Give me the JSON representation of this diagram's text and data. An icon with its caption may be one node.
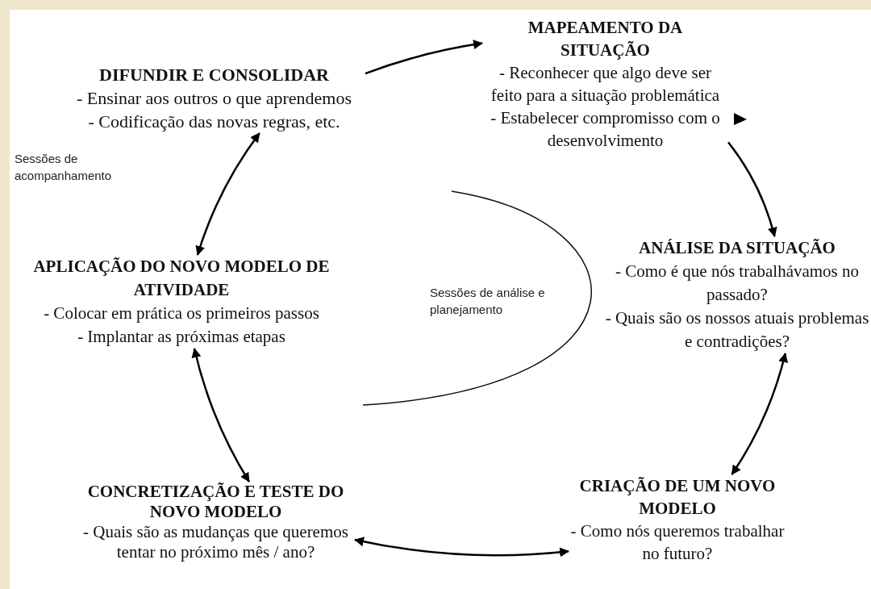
{
  "diagram": {
    "nodes": [
      {
        "text": [
          "DIFUNDIR E CONSOLIDAR",
          "- Ensinar aos outros o que aprendemos",
          "- Codificação das novas regras, etc."
        ]
      },
      {
        "text": [
          "MAPEAMENTO DA SITUAÇÃO",
          "- Reconhecer que algo deve ser feito para a situação problemática",
          "- Estabelecer compromisso com o desenvolvimento"
        ]
      },
      {
        "text": [
          "ANÁLISE DA SITUAÇÃO",
          "- Como é que nós trabalhávamos no passado?",
          "- Quais são os nossos atuais problemas e contradições?"
        ]
      },
      {
        "text": [
          "CRIAÇÃO DE UM NOVO MODELO",
          "- Como nós queremos trabalhar no futuro?"
        ]
      },
      {
        "text": [
          "CONCRETIZAÇÃO E TESTE DO NOVO MODELO",
          "- Quais são as mudanças que queremos tentar no próximo mês / ano?"
        ]
      },
      {
        "text": [
          "APLICAÇÃO DO NOVO MODELO DE ATIVIDADE",
          "- Colocar em prática os primeiros passos",
          "- Implantar as próximas etapas"
        ]
      }
    ],
    "edges": [
      {
        "from": 0,
        "to": 1,
        "arrow": "to"
      },
      {
        "from": 1,
        "to": 2,
        "arrow": "to"
      },
      {
        "from": 2,
        "to": 3,
        "arrow": "both"
      },
      {
        "from": 3,
        "to": 4,
        "arrow": "both"
      },
      {
        "from": 4,
        "to": 5,
        "arrow": "both"
      },
      {
        "from": 5,
        "to": 0,
        "arrow": "both"
      }
    ],
    "labels": [
      "Sessões de acompanhamento",
      "Sessões de análise e planejamento"
    ]
  }
}
